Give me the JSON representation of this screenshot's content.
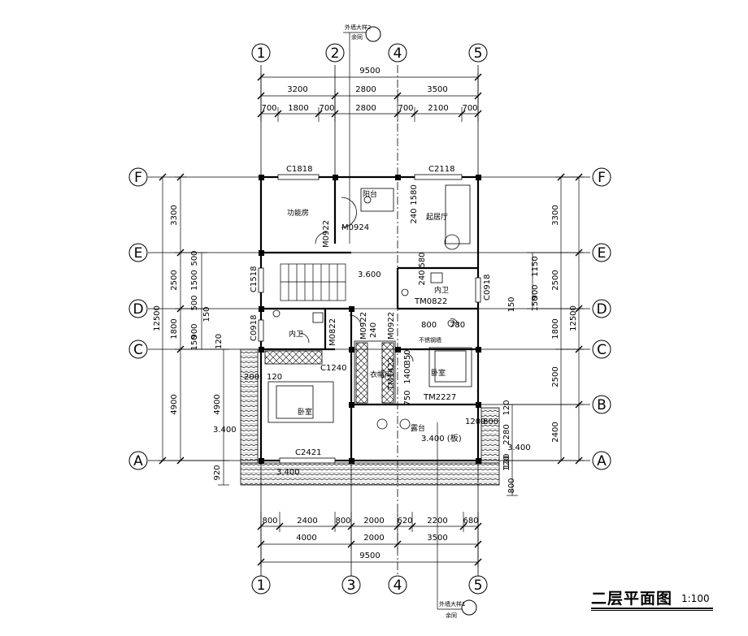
{
  "drawing": {
    "title": "二层平面图",
    "scale": "1:100"
  },
  "axes": {
    "top": [
      "1",
      "2",
      "4",
      "5"
    ],
    "bottom": [
      "1",
      "3",
      "4",
      "5"
    ],
    "rows_left": [
      "F",
      "E",
      "D",
      "C",
      "A"
    ],
    "rows_right": [
      "F",
      "E",
      "D",
      "C",
      "B",
      "A"
    ]
  },
  "dims": {
    "top_total": "9500",
    "top_mid": [
      "3200",
      "2800",
      "3500"
    ],
    "top_detail": [
      "700",
      "1800",
      "700",
      "2800",
      "700",
      "2100",
      "700"
    ],
    "bottom_detail": [
      "800",
      "2400",
      "800",
      "2000",
      "620",
      "2200",
      "680"
    ],
    "bottom_mid": [
      "4000",
      "2000",
      "3500"
    ],
    "bottom_total": "9500",
    "left_outer": [
      "3300",
      "2500",
      "1800",
      "4900"
    ],
    "left_total": "12500",
    "left_inner": [
      "500",
      "1500",
      "500",
      "150",
      "900",
      "150",
      "4900",
      "920"
    ],
    "right_outer": [
      "3300",
      "2500",
      "1800",
      "2500",
      "2400"
    ],
    "right_total": "12500",
    "right_inner": [
      "1580",
      "240",
      "580",
      "240",
      "1150",
      "900",
      "150",
      "1400",
      "350",
      "750",
      "120",
      "2280",
      "120",
      "800",
      "150"
    ]
  },
  "rooms": {
    "function_room": "功能房",
    "balcony": "阳台",
    "lounge": "起居厅",
    "bath_left": "内卫",
    "bath_right": "内卫",
    "bedroom_left": "卧室",
    "bedroom_right": "卧室",
    "closet": "衣帽间",
    "terrace": "露台",
    "glass_wall": "不锈钢墙"
  },
  "marks": {
    "c1818": "C1818",
    "c2118": "C2118",
    "m0924": "M0924",
    "m0922a": "M0922",
    "c1518": "C1518",
    "level_3600": "3.600",
    "c0918_right": "C0918",
    "tm0822": "TM0822",
    "c0918_left": "C0918",
    "m0822": "M0822",
    "m0922b": "M0922",
    "m0922c": "M0922",
    "n240": "240",
    "n800": "800",
    "n780": "780",
    "c1240": "C1240",
    "tm1422": "TM1422",
    "tm2227": "TM2227",
    "level_3400_left": "3.400",
    "level_3400_terrace": "3.400 (板)",
    "level_3400_right": "3.400",
    "level_3400_bottom": "3.400",
    "c2421": "C2421",
    "n120_200": "120",
    "n200": "200",
    "n120_b": "120",
    "n1200_800": "1200",
    "n800b": "800",
    "n120c": "120"
  },
  "detail_refs": {
    "top_label": "外墙大样2",
    "top_sub": "余同",
    "bottom_label": "外墙大样1",
    "bottom_sub": "余同"
  }
}
